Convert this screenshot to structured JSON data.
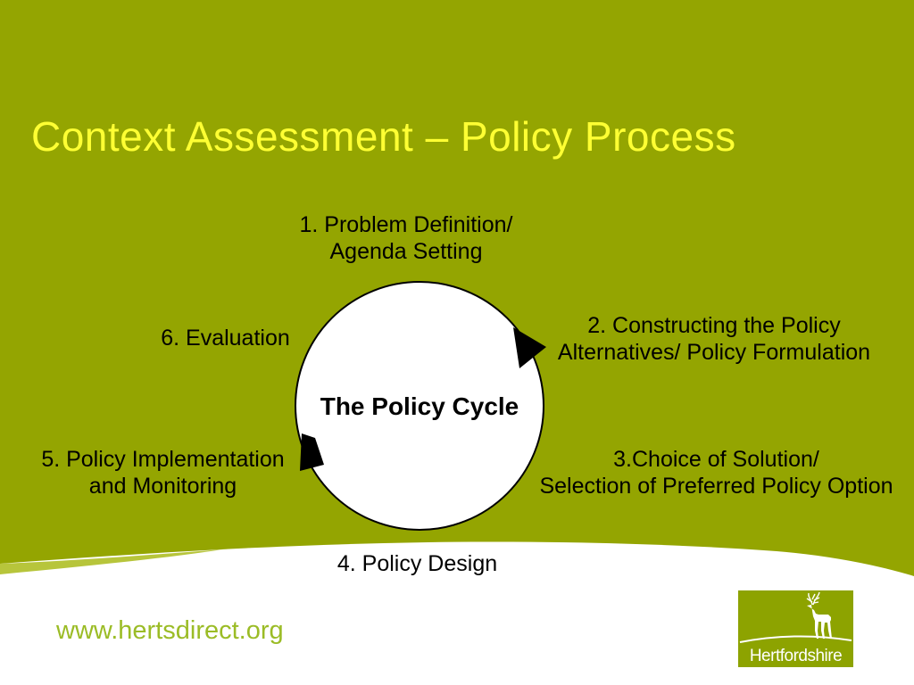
{
  "slide_title": "Context Assessment – Policy Process",
  "cycle": {
    "center_label": "The Policy Cycle",
    "stages": [
      {
        "label": "1. Problem Definition/\nAgenda Setting"
      },
      {
        "label": "2. Constructing the Policy\nAlternatives/ Policy Formulation"
      },
      {
        "label": "3.Choice of Solution/\nSelection of Preferred Policy Option"
      },
      {
        "label": "4. Policy Design"
      },
      {
        "label": "5. Policy Implementation\nand Monitoring"
      },
      {
        "label": "6. Evaluation"
      }
    ]
  },
  "footer": {
    "url": "www.hertsdirect.org"
  },
  "logo": {
    "name": "Hertfordshire"
  },
  "colors": {
    "background": "#94a501",
    "title_text": "#feff33",
    "label_text": "#000000",
    "circle_fill": "#ffffff",
    "circle_stroke": "#000000",
    "bottom_band": "#ffffff",
    "wedge_accent": "#b7c53b",
    "url_text": "#9bbc26",
    "logo_background": "#8da300",
    "logo_art": "#ffffff"
  }
}
